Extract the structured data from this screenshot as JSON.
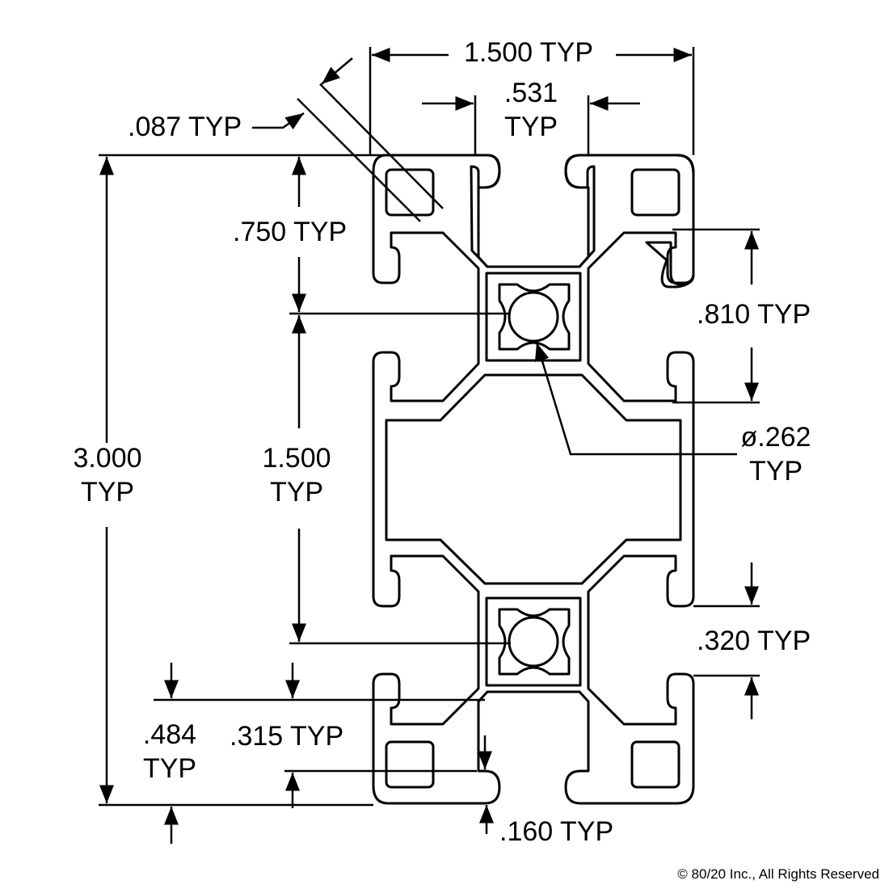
{
  "dimensions": {
    "overall_width": [
      "1.500 TYP"
    ],
    "slot_opening": [
      ".531",
      "TYP"
    ],
    "wall_thickness": [
      ".087 TYP"
    ],
    "slot_depth": [
      ".750 TYP"
    ],
    "overall_height": [
      "3.000",
      "TYP"
    ],
    "center_spacing": [
      "1.500",
      "TYP"
    ],
    "slot_width": [
      ".810 TYP"
    ],
    "bore_diameter": [
      "ø.262",
      "TYP"
    ],
    "lip_gap": [
      ".320 TYP"
    ],
    "edge_to_slot": [
      ".484",
      "TYP"
    ],
    "lip_depth": [
      ".315 TYP"
    ],
    "lip_thickness": [
      ".160 TYP"
    ]
  },
  "copyright": "© 80/20 Inc., All Rights Reserved"
}
